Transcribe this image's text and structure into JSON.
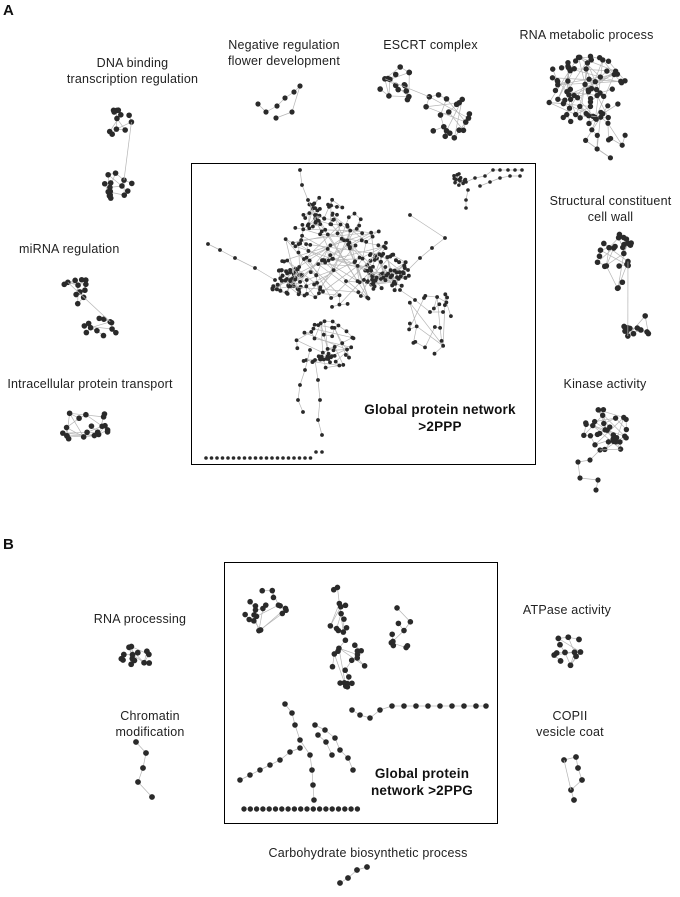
{
  "panels": [
    {
      "letter": "A",
      "main_network": "Global protein network\n>2PPP",
      "modules": [
        {
          "name": "DNA binding\ntranscription regulation"
        },
        {
          "name": "Negative regulation\nflower development"
        },
        {
          "name": "ESCRT complex"
        },
        {
          "name": "RNA metabolic process"
        },
        {
          "name": "Structural constituent\ncell wall"
        },
        {
          "name": "miRNA regulation"
        },
        {
          "name": "Intracellular protein transport"
        },
        {
          "name": "Kinase activity"
        }
      ]
    },
    {
      "letter": "B",
      "main_network": "Global protein\nnetwork >2PPG",
      "modules": [
        {
          "name": "RNA processing"
        },
        {
          "name": "ATPase activity"
        },
        {
          "name": "Chromatin\nmodification"
        },
        {
          "name": "COPII\nvesicle coat"
        },
        {
          "name": "Carbohydrate biosynthetic process"
        }
      ]
    }
  ],
  "colors": {
    "node": "#2a2a2a",
    "edge": "#b5b5b5",
    "box": "#000000"
  }
}
